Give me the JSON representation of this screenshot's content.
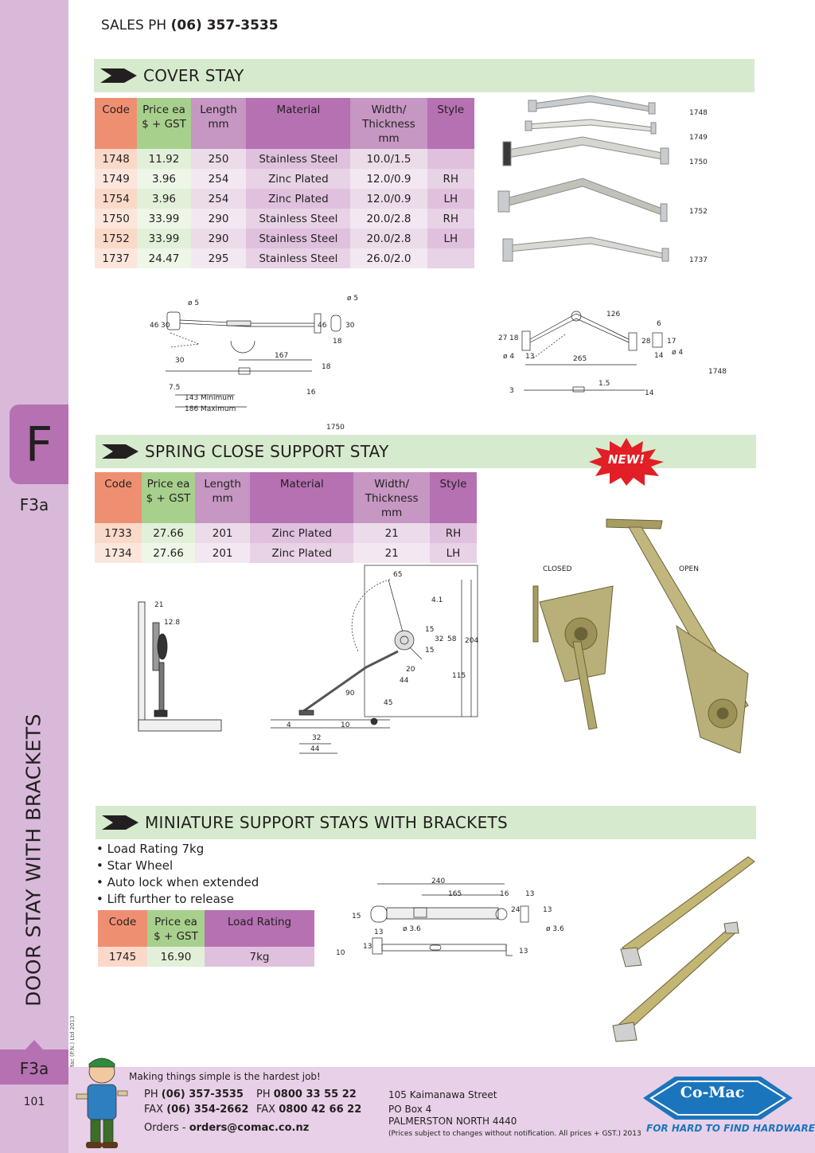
{
  "header": {
    "sales_label": "SALES  PH",
    "sales_phone": "(06) 357-3535"
  },
  "sidebar": {
    "section_letter": "F",
    "section_code": "F3a",
    "category_title": "DOOR STAY WITH BRACKETS",
    "bottom_code": "F3a",
    "page_number": "101",
    "copyright": "© Co-Mac (P.N.) Ltd 2013"
  },
  "cover_stay": {
    "title": "COVER STAY",
    "headers": [
      "Code",
      "Price ea\n$ + GST",
      "Length\nmm",
      "Material",
      "Width/\nThickness\nmm",
      "Style"
    ],
    "rows": [
      [
        "1748",
        "11.92",
        "250",
        "Stainless Steel",
        "10.0/1.5",
        ""
      ],
      [
        "1749",
        "3.96",
        "254",
        "Zinc Plated",
        "12.0/0.9",
        "RH"
      ],
      [
        "1754",
        "3.96",
        "254",
        "Zinc Plated",
        "12.0/0.9",
        "LH"
      ],
      [
        "1750",
        "33.99",
        "290",
        "Stainless Steel",
        "20.0/2.8",
        "RH"
      ],
      [
        "1752",
        "33.99",
        "290",
        "Stainless Steel",
        "20.0/2.8",
        "LH"
      ],
      [
        "1737",
        "24.47",
        "295",
        "Stainless Steel",
        "26.0/2.0",
        ""
      ]
    ],
    "photo_labels": [
      "1748",
      "1749",
      "1750",
      "1752",
      "1737"
    ],
    "diagram_1750": {
      "label": "1750",
      "dims": [
        "ø 5",
        "ø 5",
        "46",
        "30",
        "46",
        "30",
        "18",
        "167",
        "30",
        "18",
        "7.5",
        "16",
        "143 Minimum",
        "186 Maximum"
      ]
    },
    "diagram_1748": {
      "label": "1748",
      "dims": [
        "126",
        "6",
        "27",
        "18",
        "28",
        "17",
        "ø 4",
        "13",
        "265",
        "14",
        "ø 4",
        "1.5",
        "3",
        "14"
      ]
    }
  },
  "spring_stay": {
    "title": "SPRING CLOSE SUPPORT STAY",
    "badge": "NEW!",
    "headers": [
      "Code",
      "Price ea\n$ + GST",
      "Length\nmm",
      "Material",
      "Width/\nThickness\nmm",
      "Style"
    ],
    "rows": [
      [
        "1733",
        "27.66",
        "201",
        "Zinc Plated",
        "21",
        "RH"
      ],
      [
        "1734",
        "27.66",
        "201",
        "Zinc Plated",
        "21",
        "LH"
      ]
    ],
    "photo_labels": [
      "CLOSED",
      "OPEN"
    ],
    "diagram_dims": [
      "21",
      "12.8",
      "65",
      "4.1",
      "15",
      "32",
      "15",
      "58",
      "204",
      "20",
      "44",
      "115",
      "90",
      "45",
      "4",
      "10",
      "32",
      "44"
    ]
  },
  "miniature": {
    "title": "MINIATURE SUPPORT STAYS WITH BRACKETS",
    "bullets": [
      "• Load Rating 7kg",
      "• Star Wheel",
      "• Auto lock when extended",
      "• Lift further to release"
    ],
    "headers": [
      "Code",
      "Price ea\n$ + GST",
      "Load Rating"
    ],
    "rows": [
      [
        "1745",
        "16.90",
        "7kg"
      ]
    ],
    "diagram_dims": [
      "240",
      "165",
      "16",
      "13",
      "15",
      "24",
      "13",
      "ø 3.6",
      "13",
      "ø 3.6",
      "10",
      "13",
      "13"
    ]
  },
  "footer": {
    "tagline": "Making things simple is the hardest job!",
    "ph1_label": "PH",
    "ph1": "(06) 357-3535",
    "fax1_label": "FAX",
    "fax1": "(06) 354-2662",
    "ph2_label": "PH",
    "ph2": "0800 33 55 22",
    "fax2_label": "FAX",
    "fax2": "0800 42 66 22",
    "orders_label": "Orders -",
    "orders_email": "orders@comac.co.nz",
    "address": [
      "105 Kaimanawa Street",
      "PO Box 4",
      "PALMERSTON NORTH 4440"
    ],
    "note": "(Prices subject to changes without notification.  All prices + GST.)  2013",
    "logo_text": "Co-Mac",
    "logo_tagline": "FOR HARD TO FIND HARDWARE"
  },
  "colors": {
    "sidebar": "#d9b9da",
    "tab": "#b671b2",
    "section_bar": "#d6ebcd",
    "code_header": "#ef8f72",
    "price_header": "#a8d08d",
    "logo_blue": "#1b75bc",
    "badge_red": "#e21f26"
  }
}
